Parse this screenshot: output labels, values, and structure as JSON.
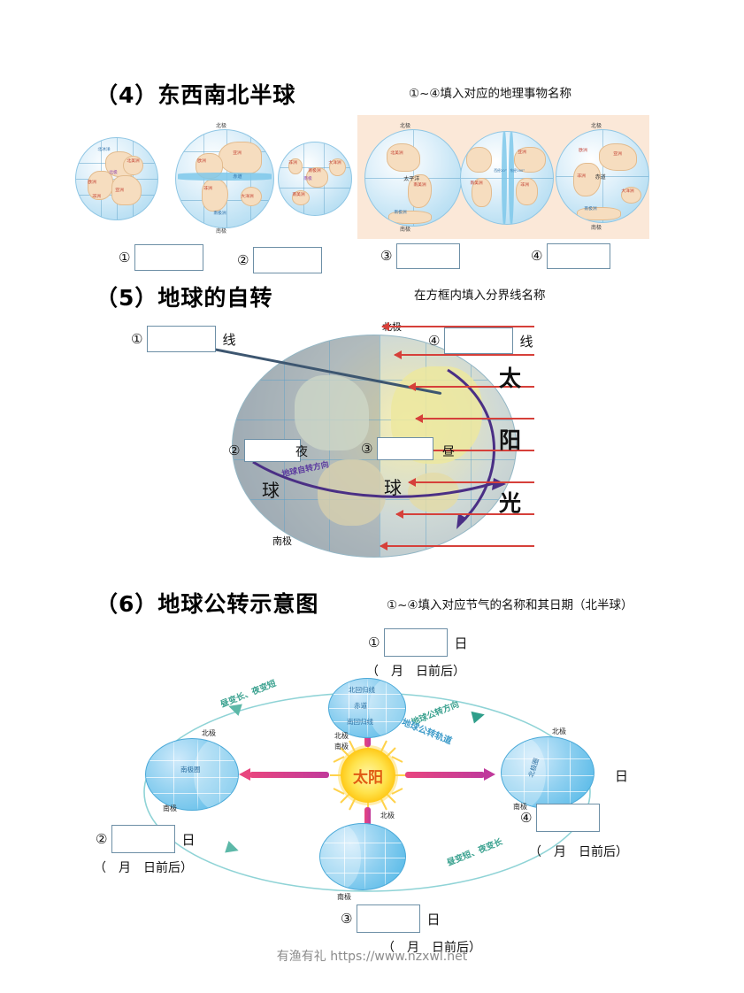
{
  "sections": [
    {
      "id": "s4",
      "title": "（4）东西南北半球",
      "instruction": "①~④填入对应的地理事物名称",
      "blanks": [
        {
          "num": "①",
          "value": ""
        },
        {
          "num": "②",
          "value": ""
        },
        {
          "num": "③",
          "value": ""
        },
        {
          "num": "④",
          "value": ""
        }
      ],
      "globes": {
        "g1": {
          "caption": "",
          "labels": [
            "北冰洋",
            "北美洲",
            "欧洲",
            "亚洲",
            "非洲",
            "大西洋",
            "北极"
          ]
        },
        "g2": {
          "labels": [
            "北极",
            "欧洲",
            "亚洲",
            "非洲",
            "大洋洲",
            "南极洲",
            "南极"
          ],
          "equator": "赤道"
        },
        "g3": {
          "labels": [
            "非洲",
            "南极洲",
            "南极",
            "大洋洲",
            "南美洲"
          ]
        },
        "g4": {
          "labels": [
            "北极",
            "北美洲",
            "南美洲",
            "南极洲",
            "南极"
          ],
          "center": "太平洋"
        },
        "g5": {
          "labels": [
            "欧洲",
            "亚洲",
            "非洲",
            "南美洲",
            "北美洲"
          ],
          "meridian": "西经20°",
          "meridian2": "东经160°"
        },
        "g6": {
          "labels": [
            "北极",
            "欧洲",
            "亚洲",
            "非洲",
            "大洋洲",
            "南极洲",
            "南极"
          ],
          "center": "赤道"
        }
      }
    },
    {
      "id": "s5",
      "title": "（5）地球的自转",
      "instruction": "在方框内填入分界线名称",
      "blanks": [
        {
          "num": "①",
          "value": "",
          "unit": "线"
        },
        {
          "num": "②",
          "value": "",
          "unit": ""
        },
        {
          "num": "③",
          "value": "",
          "unit": ""
        },
        {
          "num": "④",
          "value": "",
          "unit": "线"
        }
      ],
      "diagram": {
        "north_pole": "北极",
        "south_pole": "南极",
        "night_word": "夜",
        "day_word": "昼",
        "hemi_word_left": "球",
        "hemi_word_right": "球",
        "rotation_label": "地球自转方向",
        "sunlight": [
          "太",
          "阳",
          "光"
        ],
        "sunlight_color": "#d6403a"
      }
    },
    {
      "id": "s6",
      "title": "（6）地球公转示意图",
      "instruction": "①~④填入对应节气的名称和其日期（北半球）",
      "blanks": [
        {
          "num": "①",
          "value": "",
          "unit": "日",
          "date_line": "（　月　日前后）"
        },
        {
          "num": "②",
          "value": "",
          "unit": "日",
          "date_line": "（　月　日前后）"
        },
        {
          "num": "③",
          "value": "",
          "unit": "日",
          "date_line": "（　月　日前后）"
        },
        {
          "num": "④",
          "value": "",
          "unit": "日",
          "date_line": "（　月　日前后）"
        }
      ],
      "diagram": {
        "sun_label": "太阳",
        "orbit_label": "地球公转轨道",
        "orbit_direction": "地球公转方向",
        "note_left": "昼变长、夜变短",
        "note_right": "昼变短、夜变长",
        "top_globe": {
          "tropic_n": "北回归线",
          "equator": "赤道",
          "tropic_s": "南回归线",
          "south_pole": "南极",
          "north_pole": "北极"
        },
        "bottom_globe": {
          "north_pole": "北极",
          "south_pole": "南极"
        },
        "left_globe": {
          "north_pole": "北极",
          "south_pole": "南极",
          "line": "南极圈"
        },
        "right_globe": {
          "north_pole": "北极",
          "south_pole": "南极",
          "line": "北极圈"
        }
      }
    }
  ],
  "footer": {
    "watermark": "有渔有礼 https://www.nzxwl.net"
  },
  "colors": {
    "blank_border": "#6d8fa6",
    "peach_panel": "#fbe8d8",
    "sun_red": "#d6403a",
    "orbit_teal": "#8fd3d6",
    "rotation_purple": "#5b3a9e"
  }
}
